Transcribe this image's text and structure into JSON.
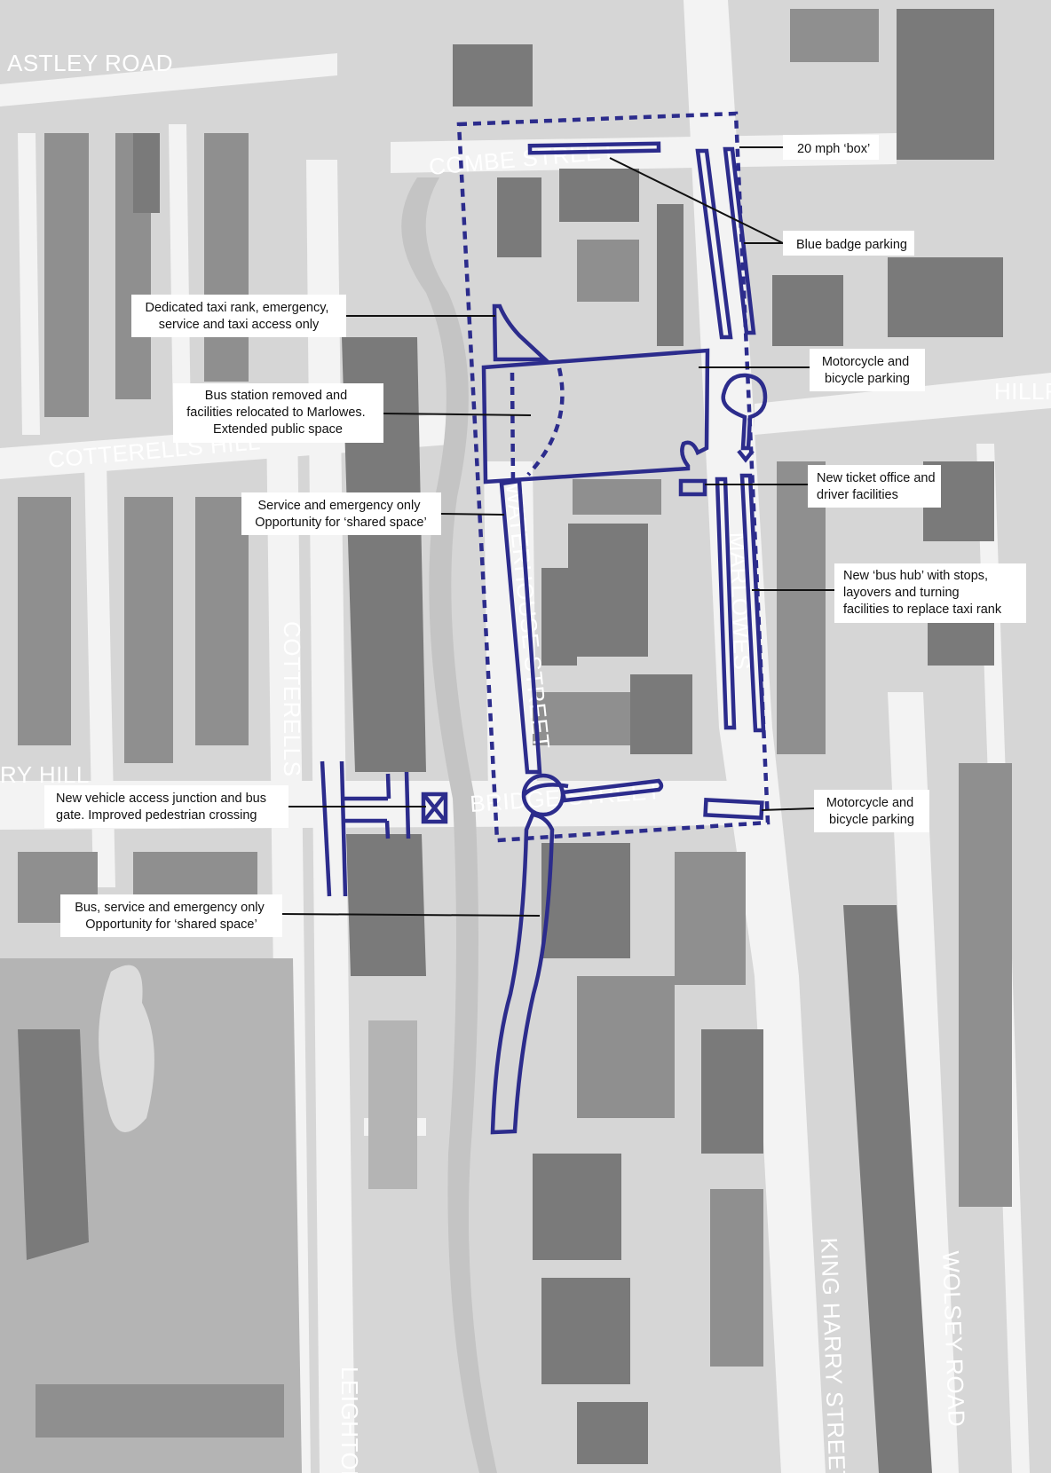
{
  "colors": {
    "scheme": "#2c2c8c",
    "background": "#d6d6d6",
    "building": "#7a7a7a",
    "road": "#f3f3f3",
    "label_text": "#ffffff"
  },
  "streets": {
    "astley": "ASTLEY ROAD",
    "combe": "COMBE STREET",
    "hillf": "HILLF",
    "cotterells_hill": "COTTERELLS HILL",
    "cotterells": "COTTERELLS",
    "waterhouse": "WATERHOUSE STREET",
    "marlowes": "MARLOWES",
    "ry_hill": "RY HILL",
    "bridge": "BRIDGE STREET",
    "king_harry": "KING HARRY STREET",
    "wolsey": "WOLSEY ROAD",
    "leighton": "LEIGHTON"
  },
  "callouts": {
    "mph20": [
      "20 mph ‘box’"
    ],
    "blue_badge": [
      "Blue badge parking"
    ],
    "taxi_rank": [
      "Dedicated taxi rank, emergency,",
      "service and taxi access only"
    ],
    "motorcycle_top": [
      "Motorcycle and",
      "bicycle parking"
    ],
    "bus_station": [
      "Bus station removed and",
      "facilities relocated to Marlowes.",
      "Extended public space"
    ],
    "ticket_office": [
      "New ticket office and",
      "driver facilities"
    ],
    "service_emergency": [
      "Service and emergency only",
      "Opportunity for ‘shared space’"
    ],
    "bus_hub": [
      "New ‘bus hub’ with stops,",
      "layovers and turning",
      "facilities to replace taxi rank"
    ],
    "vehicle_access": [
      "New vehicle access junction and bus",
      "gate. Improved pedestrian crossing"
    ],
    "motorcycle_bottom": [
      "Motorcycle and",
      "bicycle parking"
    ],
    "bus_service": [
      "Bus, service and emergency only",
      "Opportunity for ‘shared space’"
    ]
  }
}
